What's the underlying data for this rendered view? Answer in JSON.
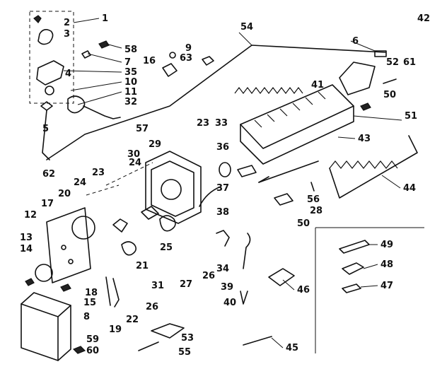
{
  "figure": {
    "title": "",
    "colors": {
      "ink": "#111111",
      "paper": "#ffffff"
    }
  },
  "callouts": [
    "1",
    "2",
    "3",
    "4",
    "5",
    "6",
    "7",
    "8",
    "9",
    "10",
    "11",
    "12",
    "13",
    "14",
    "15",
    "16",
    "17",
    "18",
    "19",
    "20",
    "21",
    "22",
    "23",
    "24",
    "25",
    "26",
    "27",
    "28",
    "29",
    "30",
    "31",
    "32",
    "33",
    "34",
    "35",
    "36",
    "37",
    "38",
    "39",
    "40",
    "41",
    "42",
    "43",
    "44",
    "45",
    "46",
    "47",
    "48",
    "49",
    "50",
    "51",
    "52",
    "53",
    "54",
    "55",
    "56",
    "57",
    "58",
    "59",
    "60",
    "61",
    "62",
    "63"
  ]
}
